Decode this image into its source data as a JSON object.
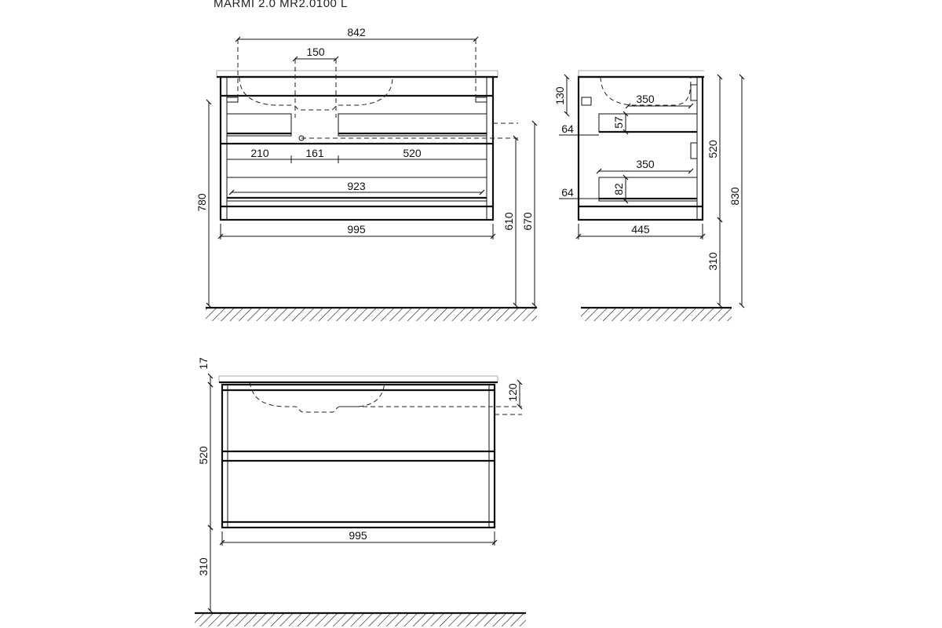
{
  "title": "MARMI 2.0 MR2.0100 L",
  "front_view": {
    "labels": {
      "d842": "842",
      "d150": "150",
      "d210": "210",
      "d161": "161",
      "d520": "520",
      "d923": "923",
      "d995": "995",
      "d780": "780",
      "d610": "610",
      "d670": "670"
    }
  },
  "side_view": {
    "labels": {
      "d130": "130",
      "d350a": "350",
      "d57": "57",
      "d64a": "64",
      "d350b": "350",
      "d82": "82",
      "d64b": "64",
      "d445": "445",
      "d520": "520",
      "d830": "830",
      "d310": "310"
    }
  },
  "bottom_view": {
    "labels": {
      "d17": "17",
      "d120": "120",
      "d520": "520",
      "d995": "995",
      "d310": "310"
    }
  }
}
